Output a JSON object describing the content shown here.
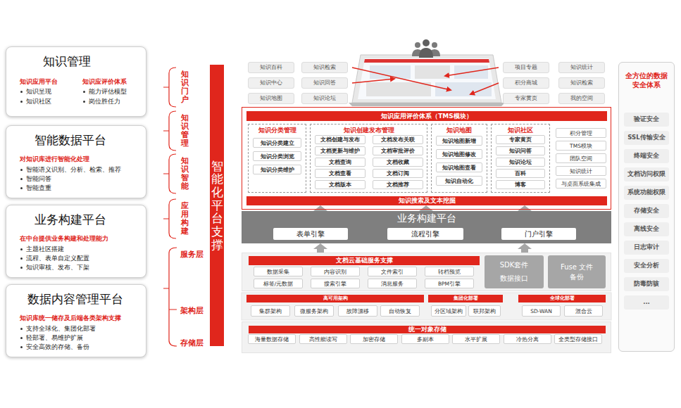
{
  "diagram": {
    "nodes": [
      {
        "text": [
          "知识管理",
          "知识应用平台",
          "知识呈现",
          "知识社区",
          "知识应评价体系",
          "能力评估模型",
          "岗位胜任力"
        ]
      },
      {
        "text": [
          "智能数据平台",
          "对知识库进行智能化处理",
          "智能语义识别、分析、检索、推荐",
          "智能问答",
          "智能查重"
        ]
      },
      {
        "text": [
          "业务构建平台",
          "在中台提供业务构建和处理能力",
          "主题社区搭建",
          "流程、表单自定义配置",
          "知识审核、发布、下架"
        ]
      },
      {
        "text": [
          "数据内容管理平台",
          "知识库统一储存及后端各类架构支撑",
          "支持全球化、集团化部署",
          "轻部署、易维护扩展",
          "安全高效的存储、备份"
        ]
      },
      {
        "text": [
          "智能化平台支撑"
        ]
      },
      {
        "text": [
          "知识百科"
        ]
      },
      {
        "text": [
          "知识检索"
        ]
      },
      {
        "text": [
          "知识中心"
        ]
      },
      {
        "text": [
          "知识回答"
        ]
      },
      {
        "text": [
          "知识地图"
        ]
      },
      {
        "text": [
          "知识论坛"
        ]
      },
      {
        "text": [
          "项目专题"
        ]
      },
      {
        "text": [
          "知识统计"
        ]
      },
      {
        "text": [
          "积分商城"
        ]
      },
      {
        "text": [
          "知识检索"
        ]
      },
      {
        "text": [
          "专家黄页"
        ]
      },
      {
        "text": [
          "我的空间"
        ]
      },
      {
        "text": [
          "知识应用评价体系（TMS模块）"
        ]
      },
      {
        "text": [
          "知识分类管理"
        ],
        "in": 17
      },
      {
        "text": [
          "知识分类建立"
        ],
        "in": 18
      },
      {
        "text": [
          "知识分类浏览"
        ],
        "in": 18
      },
      {
        "text": [
          "知识分类维护"
        ],
        "in": 18
      },
      {
        "text": [
          "知识创建发布管理"
        ],
        "in": 17
      },
      {
        "text": [
          "文档创建与发布"
        ],
        "in": 22
      },
      {
        "text": [
          "文档发布关联"
        ],
        "in": 22
      },
      {
        "text": [
          "文档更新与维护"
        ],
        "in": 22
      },
      {
        "text": [
          "文档审批评价"
        ],
        "in": 22
      },
      {
        "text": [
          "文档查询"
        ],
        "in": 22
      },
      {
        "text": [
          "文档收藏"
        ],
        "in": 22
      },
      {
        "text": [
          "文档查看"
        ],
        "in": 22
      },
      {
        "text": [
          "文档订阅"
        ],
        "in": 22
      },
      {
        "text": [
          "文档版本"
        ],
        "in": 22
      },
      {
        "text": [
          "文档推荐"
        ],
        "in": 22
      },
      {
        "text": [
          "知识地图"
        ],
        "in": 17
      },
      {
        "text": [
          "知识地图新增"
        ],
        "in": 33
      },
      {
        "text": [
          "知识地图修改"
        ],
        "in": 33
      },
      {
        "text": [
          "知识地图查看"
        ],
        "in": 33
      },
      {
        "text": [
          "知识自动化"
        ],
        "in": 33
      },
      {
        "text": [
          "知识社区"
        ],
        "in": 17
      },
      {
        "text": [
          "专家黄页"
        ],
        "in": 38
      },
      {
        "text": [
          "知识问答"
        ],
        "in": 38
      },
      {
        "text": [
          "知识论坛"
        ],
        "in": 38
      },
      {
        "text": [
          "百科"
        ],
        "in": 38
      },
      {
        "text": [
          "博客"
        ],
        "in": 38
      },
      {
        "text": [
          "积分管理"
        ],
        "in": 17
      },
      {
        "text": [
          "TMS模块"
        ],
        "in": 17
      },
      {
        "text": [
          "团队空间"
        ],
        "in": 17
      },
      {
        "text": [
          "知识统计"
        ],
        "in": 17
      },
      {
        "text": [
          "与桌面系统集成"
        ],
        "in": 17
      },
      {
        "text": [
          "知识搜索及文本挖掘"
        ],
        "in": 17
      },
      {
        "text": [
          "业务构建平台"
        ]
      },
      {
        "text": [
          "表单引擎"
        ],
        "in": 50
      },
      {
        "text": [
          "流程引擎"
        ],
        "in": 50
      },
      {
        "text": [
          "门户引擎"
        ],
        "in": 50
      },
      {
        "text": [
          "文档云基础服务支撑"
        ]
      },
      {
        "text": [
          "数据采集"
        ],
        "in": 54
      },
      {
        "text": [
          "内容识别"
        ],
        "in": 54
      },
      {
        "text": [
          "文件索引"
        ],
        "in": 54
      },
      {
        "text": [
          "转档预览"
        ],
        "in": 54
      },
      {
        "text": [
          "标签/元数据"
        ],
        "in": 54
      },
      {
        "text": [
          "搜索引擎"
        ],
        "in": 54
      },
      {
        "text": [
          "消息服务"
        ],
        "in": 54
      },
      {
        "text": [
          "BPM引擎"
        ],
        "in": 54
      },
      {
        "text": [
          "SDK套件",
          "数据接口"
        ],
        "in": 54
      },
      {
        "text": [
          "Fuse 文件备份"
        ],
        "in": 54
      },
      {
        "text": [
          "高可用架构"
        ]
      },
      {
        "text": [
          "集群架构"
        ],
        "in": 65
      },
      {
        "text": [
          "微服务架构"
        ],
        "in": 65
      },
      {
        "text": [
          "故障漂移"
        ],
        "in": 65
      },
      {
        "text": [
          "自动恢复"
        ],
        "in": 65
      },
      {
        "text": [
          "集团化部署"
        ]
      },
      {
        "text": [
          "分区域架构"
        ],
        "in": 70
      },
      {
        "text": [
          "联邦架构"
        ],
        "in": 70
      },
      {
        "text": [
          "全球化部署"
        ]
      },
      {
        "text": [
          "SD-WAN"
        ],
        "in": 73
      },
      {
        "text": [
          "混合云"
        ],
        "in": 73
      },
      {
        "text": [
          "统一对象存储"
        ]
      },
      {
        "text": [
          "海量数据存储"
        ],
        "in": 76
      },
      {
        "text": [
          "高性能读写"
        ],
        "in": 76
      },
      {
        "text": [
          "加密存储"
        ],
        "in": 76
      },
      {
        "text": [
          "多副本"
        ],
        "in": 76
      },
      {
        "text": [
          "水平扩展"
        ],
        "in": 76
      },
      {
        "text": [
          "冷热分离"
        ],
        "in": 76
      },
      {
        "text": [
          "全类型存储接口"
        ],
        "in": 76
      },
      {
        "text": [
          "全方位的数据安全体系"
        ]
      },
      {
        "text": [
          "验证安全"
        ],
        "in": 84
      },
      {
        "text": [
          "SSL传输安全"
        ],
        "in": 84
      },
      {
        "text": [
          "终端安全"
        ],
        "in": 84
      },
      {
        "text": [
          "文档访问权限"
        ],
        "in": 84
      },
      {
        "text": [
          "系统功能权限"
        ],
        "in": 84
      },
      {
        "text": [
          "存储安全"
        ],
        "in": 84
      },
      {
        "text": [
          "离线安全"
        ],
        "in": 84
      },
      {
        "text": [
          "日志审计"
        ],
        "in": 84
      },
      {
        "text": [
          "安全分析"
        ],
        "in": 84
      },
      {
        "text": [
          "防毒防骇"
        ],
        "in": 84
      },
      {
        "text": [
          "..."
        ],
        "in": 84
      }
    ],
    "edges": [
      {
        "from": 50,
        "to": 49,
        "arrow": "to"
      },
      {
        "from": 50,
        "to": 49,
        "arrow": "to"
      },
      {
        "from": 50,
        "to": 49,
        "arrow": "to"
      },
      {
        "from": 54,
        "to": 50,
        "arrow": "to"
      },
      {
        "from": 54,
        "to": 50,
        "arrow": "to"
      }
    ],
    "labels": [
      "知识门户",
      "知识管理",
      "知识智能",
      "应用构建",
      "服务层",
      "架构层",
      "存储层"
    ]
  }
}
